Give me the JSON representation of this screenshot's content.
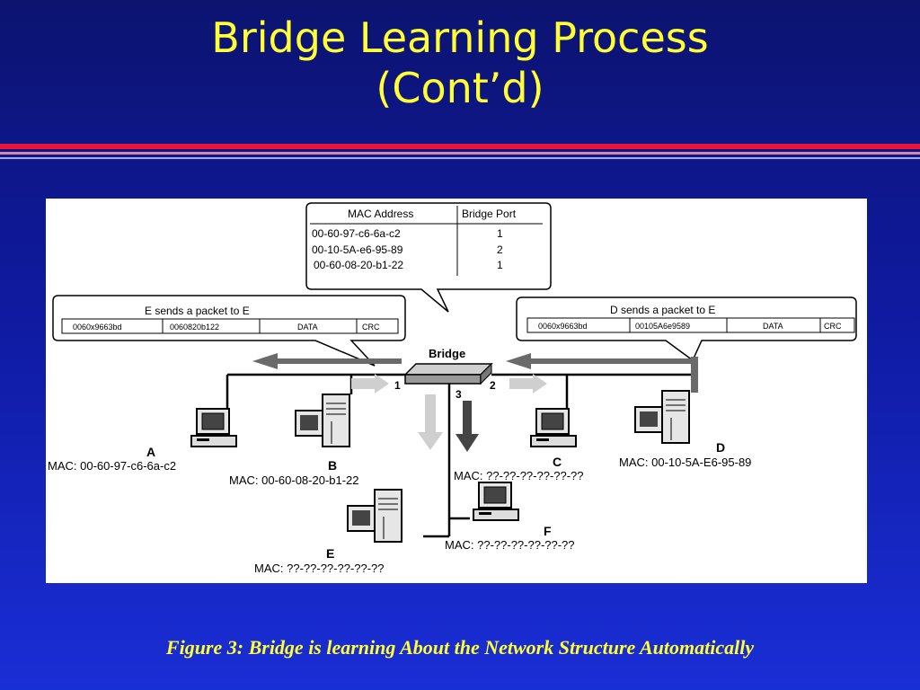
{
  "slide": {
    "title_line1": "Bridge Learning Process",
    "title_line2": "(Cont’d)",
    "caption": "Figure 3: Bridge is learning About the Network Structure Automatically"
  },
  "mac_table": {
    "headers": [
      "MAC Address",
      "Bridge Port"
    ],
    "rows": [
      {
        "mac": "00-60-97-c6-6a-c2",
        "port": "1"
      },
      {
        "mac": "00-10-5A-e6-95-89",
        "port": "2"
      },
      {
        "mac": "00-60-08-20-b1-22",
        "port": "1"
      }
    ]
  },
  "bridge": {
    "label": "Bridge",
    "port1": "1",
    "port2": "2",
    "port3": "3"
  },
  "left_packet": {
    "caption": "E sends a packet to E",
    "fields": [
      "0060x9663bd",
      "0060820b122",
      "DATA",
      "CRC"
    ]
  },
  "right_packet": {
    "caption": "D sends a packet to E",
    "fields": [
      "0060x9663bd",
      "00105A6e9589",
      "DATA",
      "CRC"
    ]
  },
  "hosts": {
    "A": {
      "name": "A",
      "mac": "MAC: 00-60-97-c6-6a-c2"
    },
    "B": {
      "name": "B",
      "mac": "MAC: 00-60-08-20-b1-22"
    },
    "C": {
      "name": "C",
      "mac": "MAC: ??-??-??-??-??-??"
    },
    "D": {
      "name": "D",
      "mac": "MAC: 00-10-5A-E6-95-89"
    },
    "E": {
      "name": "E",
      "mac": "MAC: ??-??-??-??-??-??"
    },
    "F": {
      "name": "F",
      "mac": "MAC: ??-??-??-??-??-??"
    }
  },
  "colors": {
    "title": "#ffff33",
    "accent_red": "#e8143c",
    "background": "#0f1aa0"
  }
}
